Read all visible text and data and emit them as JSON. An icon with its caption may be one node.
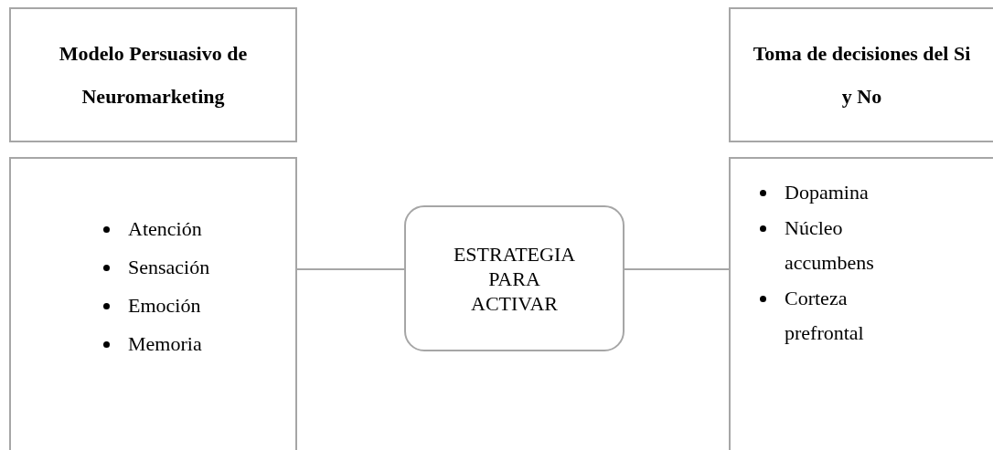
{
  "diagram": {
    "nodes": [
      {
        "text": [
          "Modelo Persuasivo de Neuromarketing"
        ]
      },
      {
        "text": [
          "Atención",
          "Sensación",
          "Emoción",
          "Memoria"
        ]
      },
      {
        "text": [
          "ESTRATEGIA PARA ACTIVAR"
        ]
      },
      {
        "text": [
          "Toma de decisiones del Si y No"
        ]
      },
      {
        "text": [
          "Dopamina",
          "Núcleo accumbens",
          "Corteza prefrontal"
        ]
      }
    ],
    "edges": [
      {
        "from": 1,
        "to": 2,
        "arrow": "none"
      },
      {
        "from": 2,
        "to": 4,
        "arrow": "none"
      }
    ]
  }
}
